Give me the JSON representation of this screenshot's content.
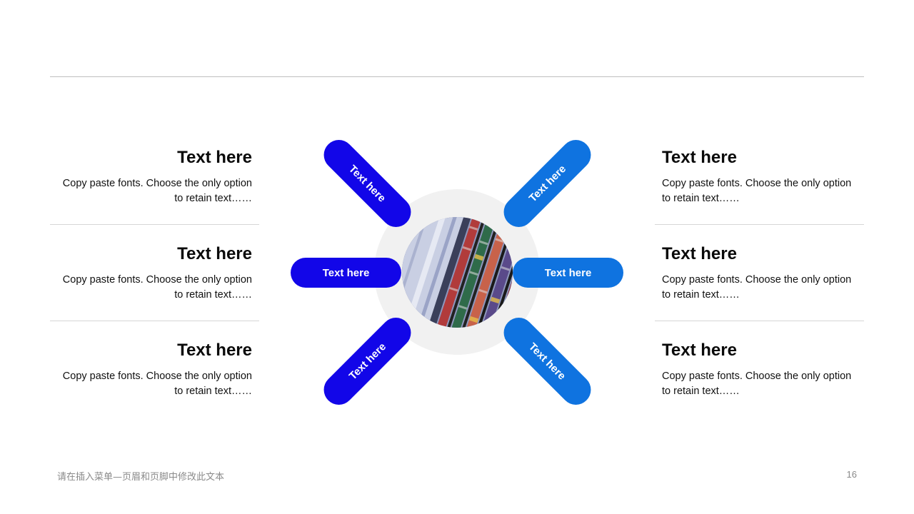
{
  "left_items": [
    {
      "title": "Text here",
      "body": "Copy paste fonts. Choose the only option to retain text……"
    },
    {
      "title": "Text here",
      "body": "Copy paste fonts. Choose the only option to retain text……"
    },
    {
      "title": "Text here",
      "body": "Copy paste fonts. Choose the only option to retain text……"
    }
  ],
  "right_items": [
    {
      "title": "Text here",
      "body": "Copy paste fonts. Choose the only option to retain text……"
    },
    {
      "title": "Text here",
      "body": "Copy paste fonts. Choose the only option to retain text……"
    },
    {
      "title": "Text here",
      "body": "Copy paste fonts. Choose the only option to retain text……"
    }
  ],
  "pills": {
    "top_left": "Text here",
    "mid_left": "Text here",
    "bottom_left": "Text here",
    "top_right": "Text here",
    "mid_right": "Text here",
    "bottom_right": "Text here"
  },
  "colors": {
    "dark_blue": "#1206e8",
    "light_blue": "#0f73e0",
    "ring": "#f1f1f1"
  },
  "footer": {
    "text": "请在插入菜单—页眉和页脚中修改此文本",
    "page_number": "16"
  }
}
